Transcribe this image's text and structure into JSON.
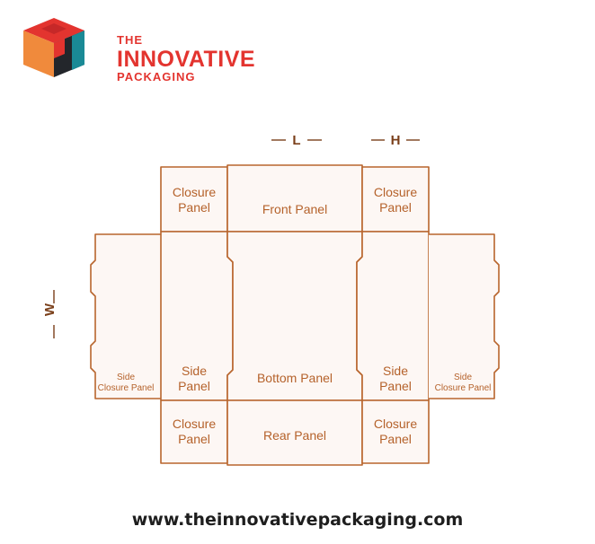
{
  "brand": {
    "line1": "THE",
    "line2": "INNOVATIVE",
    "line3": "PACKAGING",
    "colors": {
      "red": "#e3342f",
      "orange": "#f08a3c",
      "dark": "#23262b",
      "teal": "#1a8a96"
    }
  },
  "dimensions": {
    "length": "L",
    "height": "H",
    "width": "W"
  },
  "panels": {
    "closure_top_left": [
      "Closure",
      "Panel"
    ],
    "front": [
      "Front Panel"
    ],
    "closure_top_right": [
      "Closure",
      "Panel"
    ],
    "side_closure_left": [
      "Side",
      "Closure Panel"
    ],
    "side_left": [
      "Side",
      "Panel"
    ],
    "bottom": [
      "Bottom Panel"
    ],
    "side_right": [
      "Side",
      "Panel"
    ],
    "side_closure_right": [
      "Side",
      "Closure Panel"
    ],
    "closure_bottom_left": [
      "Closure",
      "Panel"
    ],
    "rear": [
      "Rear Panel"
    ],
    "closure_bottom_right": [
      "Closure",
      "Panel"
    ]
  },
  "colors": {
    "outline": "#b8652d",
    "panel_fill": "#fdf7f4",
    "text": "#b5622b",
    "dim": "#7a3f1a"
  },
  "footer": {
    "url": "www.theinnovativepackaging.com"
  }
}
